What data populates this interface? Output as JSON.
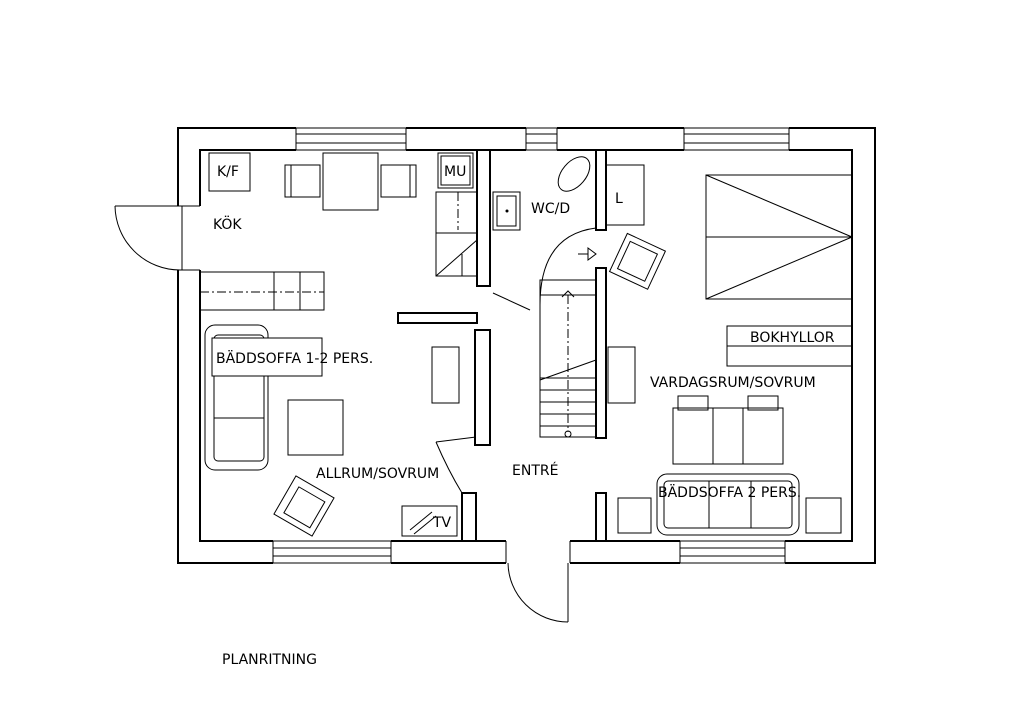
{
  "rooms": {
    "kitchen": "KÖK",
    "fridge": "K/F",
    "microwave": "MU",
    "wc": "WC/D",
    "closet": "L",
    "entrance": "ENTRÉ",
    "allrum": "ALLRUM/SOVRUM",
    "vardagsrum": "VARDAGSRUM/SOVRUM",
    "sofabed_left": "BÄDDSOFFA 1-2 PERS.",
    "sofabed_right": "BÄDDSOFFA 2 PERS.",
    "bookshelves": "BOKHYLLOR",
    "tv": "TV"
  },
  "caption": "PLANRITNING"
}
